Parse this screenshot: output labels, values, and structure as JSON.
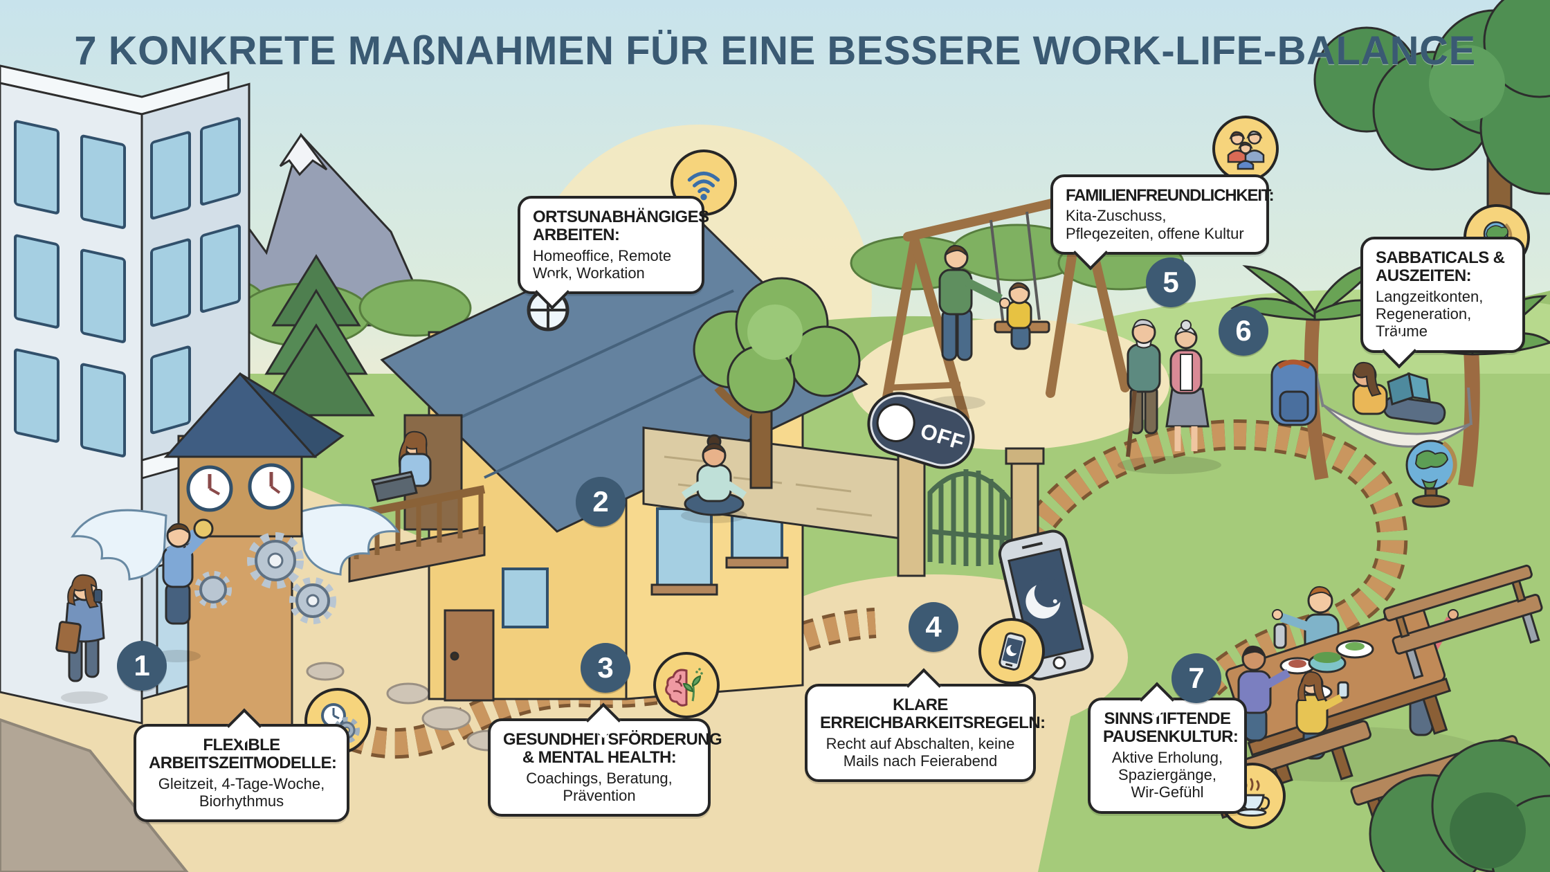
{
  "title": "7 KONKRETE MAßNAHMEN FÜR EINE BESSERE WORK-LIFE-BALANCE",
  "toggle": {
    "label": "OFF"
  },
  "measures": [
    {
      "number": "1",
      "heading": "FLEXIBLE ARBEITSZEITMODELLE:",
      "body": "Gleitzeit, 4-Tage-Woche, Biorhythmus",
      "icon": "clock-gear-icon"
    },
    {
      "number": "2",
      "heading": "ORTSUNABHÄNGIGES ARBEITEN:",
      "body": "Homeoffice, Remote Work, Workation",
      "icon": "wifi-icon"
    },
    {
      "number": "3",
      "heading": "GESUNDHEITSFÖRDERUNG & MENTAL HEALTH:",
      "body": "Coachings, Beratung, Prävention",
      "icon": "brain-plant-icon"
    },
    {
      "number": "4",
      "heading": "KLARE ERREICHBARKEITSREGELN:",
      "body": "Recht auf Abschalten, keine Mails nach Feierabend",
      "icon": "phone-night-mode-icon"
    },
    {
      "number": "5",
      "heading": "FAMILIENFREUNDLICHKEIT:",
      "body": "Kita-Zuschuss, Pflegezeiten, offene Kultur",
      "icon": "family-icon"
    },
    {
      "number": "6",
      "heading": "SABBATICALS & AUSZEITEN:",
      "body": "Langzeitkonten, Regeneration, Träume",
      "icon": "globe-icon"
    },
    {
      "number": "7",
      "heading": "SINNSTIFTENDE PAUSENKULTUR:",
      "body": "Aktive Erholung, Spaziergänge, Wir-Gefühl",
      "icon": "coffee-icon"
    }
  ],
  "colors": {
    "title": "#3a5a73",
    "badge": "#3d5a73",
    "callout_border": "#262626",
    "icon_circle": "#f6d47c",
    "grass": "#a5cb7a",
    "sand": "#eedcb0",
    "sky": "#c8e3ec",
    "plank": "#c9965f",
    "toggle_pill": "#3e4d63"
  }
}
